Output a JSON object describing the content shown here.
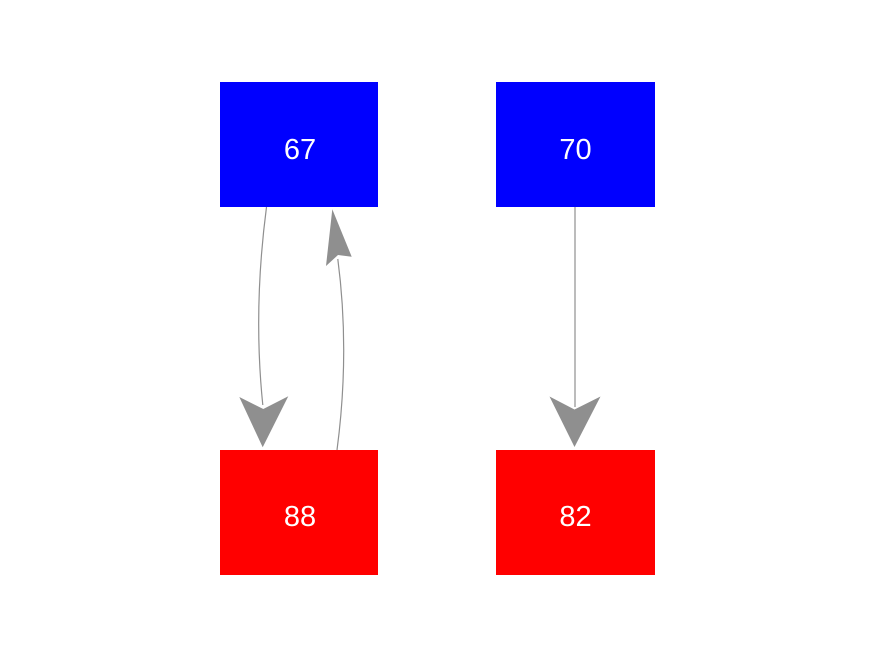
{
  "diagram": {
    "type": "directed-graph",
    "background_color": "#ffffff",
    "edge_color": "#8f8f8f",
    "nodes": [
      {
        "label": "67",
        "color": "#0000ff",
        "label_color": "#ffffff",
        "shape": "rectangle",
        "position": "top-left"
      },
      {
        "label": "70",
        "color": "#0000ff",
        "label_color": "#ffffff",
        "shape": "rectangle",
        "position": "top-right"
      },
      {
        "label": "88",
        "color": "#ff0000",
        "label_color": "#ffffff",
        "shape": "rectangle",
        "position": "bottom-left"
      },
      {
        "label": "82",
        "color": "#ff0000",
        "label_color": "#ffffff",
        "shape": "rectangle",
        "position": "bottom-right"
      }
    ],
    "edges": [
      {
        "from": "67",
        "to": "88",
        "style": "curved",
        "arrow": "down"
      },
      {
        "from": "88",
        "to": "67",
        "style": "curved",
        "arrow": "up"
      },
      {
        "from": "70",
        "to": "82",
        "style": "straight",
        "arrow": "down"
      }
    ]
  }
}
